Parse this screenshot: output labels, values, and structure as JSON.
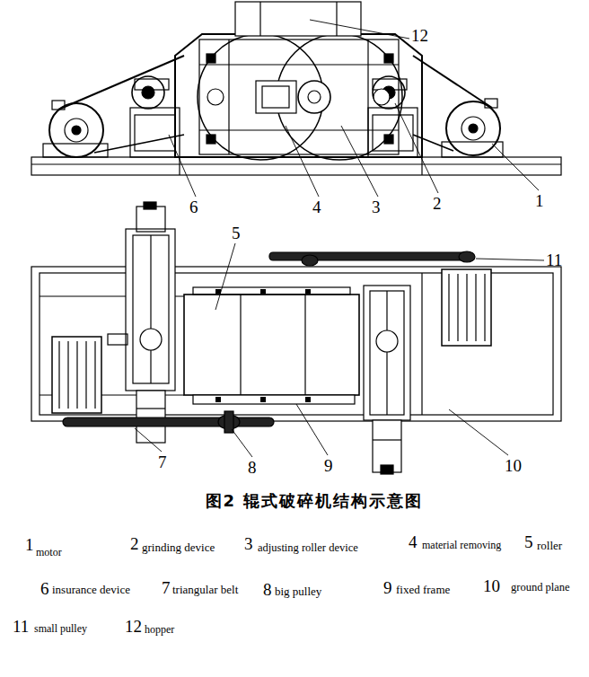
{
  "diagram": {
    "caption": "图2 辊式破碎机结构示意图",
    "labels": [
      "12",
      "6",
      "4",
      "3",
      "2",
      "1",
      "5",
      "11",
      "7",
      "8",
      "9",
      "10",
      "1",
      "motor",
      "2",
      "grinding device",
      "3",
      "adjusting roller device",
      "4",
      "material removing",
      "5",
      "roller",
      "6",
      "insurance device",
      "7",
      "triangular belt",
      "8",
      "big pulley",
      "9",
      "fixed frame",
      "10",
      "ground plane",
      "11",
      "small pulley",
      "12",
      "hopper"
    ]
  }
}
